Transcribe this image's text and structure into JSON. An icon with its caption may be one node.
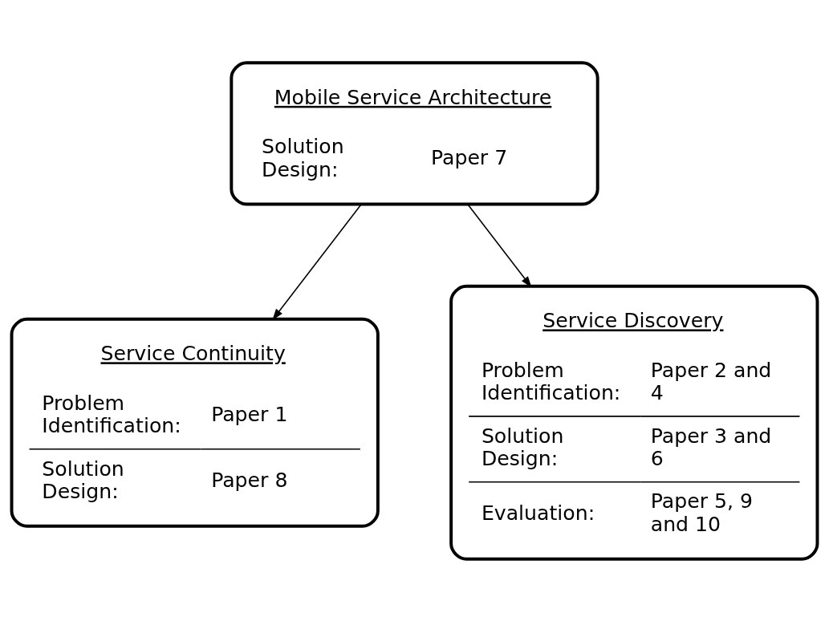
{
  "diagram": {
    "nodes": [
      {
        "text": [
          "Mobile Service Architecture",
          "Solution Design:",
          "Paper 7"
        ]
      },
      {
        "text": [
          "Service Continuity",
          "Problem Identification:",
          "Paper 1",
          "Solution Design:",
          "Paper 8"
        ]
      },
      {
        "text": [
          "Service Discovery",
          "Problem Identification:",
          "Paper 2 and 4",
          "Solution Design:",
          "Paper 3 and 6",
          "Evaluation:",
          "Paper 5, 9 and 10"
        ]
      }
    ],
    "edges": [
      {
        "from": 0,
        "to": 1,
        "arrow": "to"
      },
      {
        "from": 0,
        "to": 2,
        "arrow": "to"
      }
    ]
  }
}
